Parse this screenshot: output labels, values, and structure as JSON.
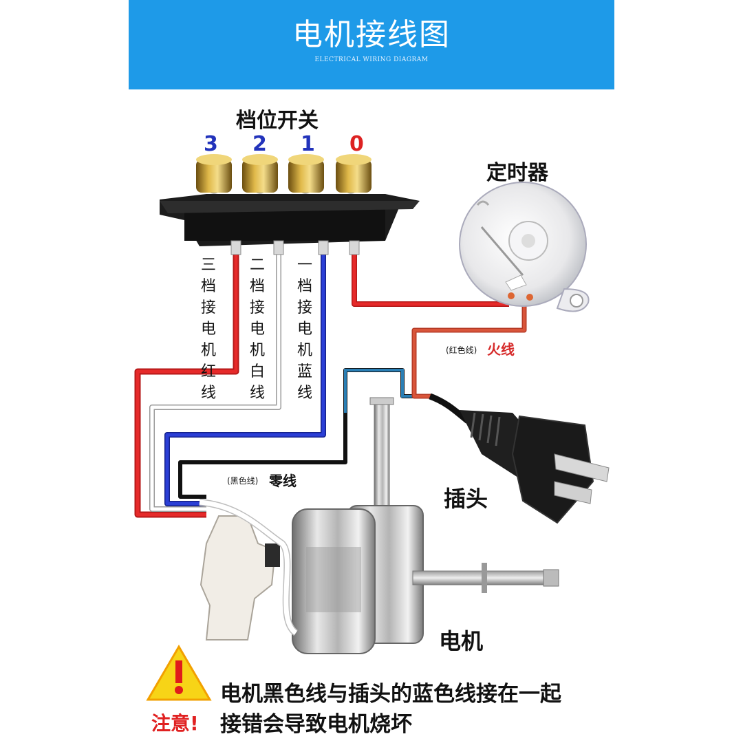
{
  "header": {
    "title": "电机接线图",
    "subtitle": "ELECTRICAL WIRING DIAGRAM"
  },
  "switch": {
    "title": "档位开关",
    "positions": [
      {
        "label": "3",
        "color": "#2233bb"
      },
      {
        "label": "2",
        "color": "#2233bb"
      },
      {
        "label": "1",
        "color": "#2233bb"
      },
      {
        "label": "0",
        "color": "#dd2222"
      }
    ]
  },
  "wire_labels": [
    "三档接电机红线",
    "二档接电机白线",
    "一档接电机蓝线"
  ],
  "timer": {
    "label": "定时器"
  },
  "live_wire": {
    "note": "(红色线)",
    "label": "火线"
  },
  "neutral_wire": {
    "note": "(黑色线)",
    "label": "零线"
  },
  "plug": {
    "label": "插头"
  },
  "motor": {
    "label": "电机"
  },
  "warning": {
    "line1": "电机黑色线与插头的蓝色线接在一起",
    "prefix": "注意!",
    "line2": "接错会导致电机烧坏"
  },
  "colors": {
    "banner": "#1e9ae8",
    "red_wire": "#d91f1f",
    "blue_wire": "#2233cc",
    "black_wire": "#111111",
    "white_wire": "#ffffff"
  }
}
